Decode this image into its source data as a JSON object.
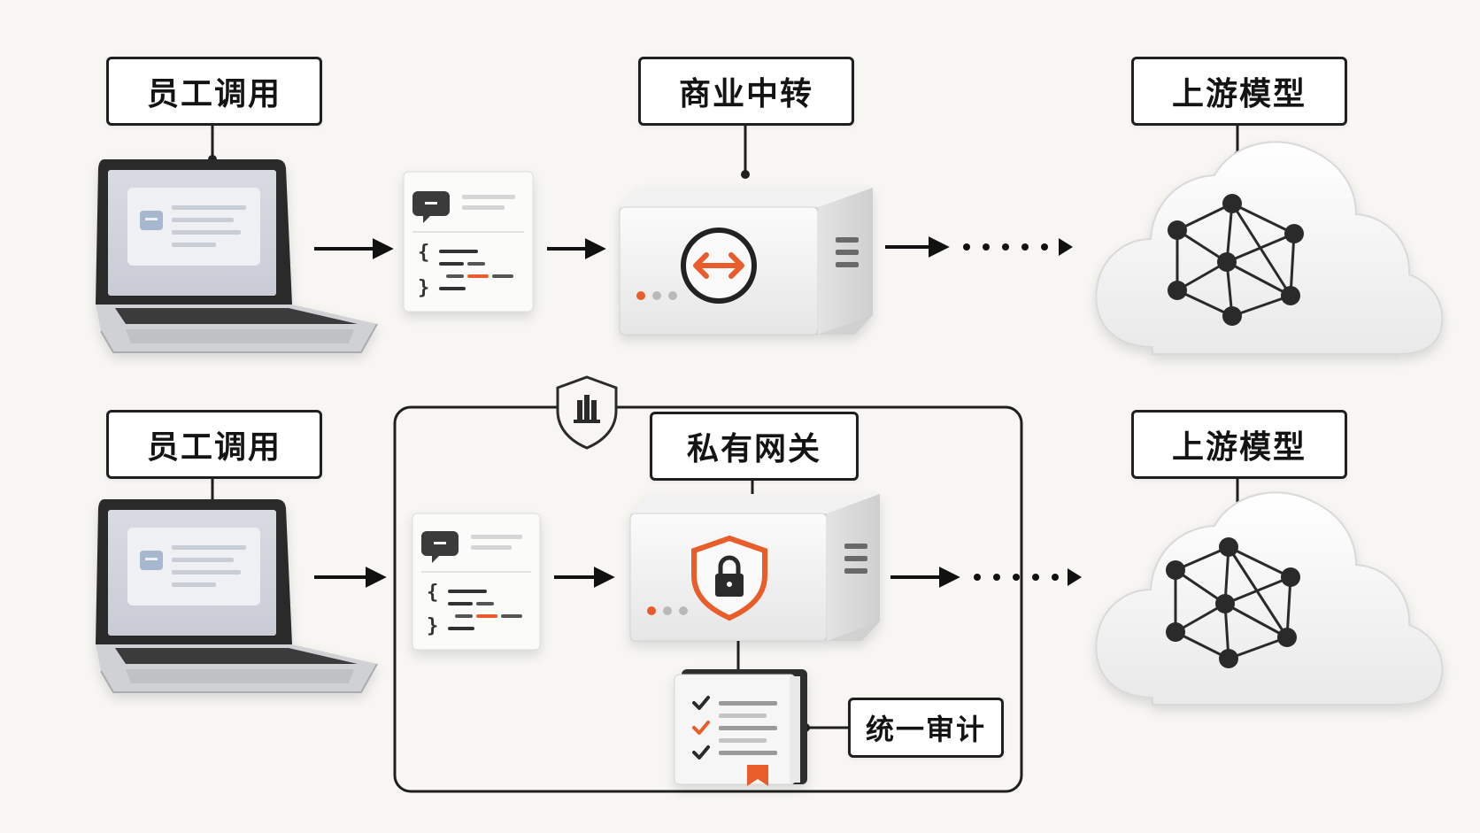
{
  "diagram": {
    "rows": [
      {
        "id": "commercial",
        "client_label": "员工调用",
        "relay_label": "商业中转",
        "upstream_label": "上游模型"
      },
      {
        "id": "private",
        "client_label": "员工调用",
        "relay_label": "私有网关",
        "upstream_label": "上游模型",
        "audit_label": "统一审计"
      }
    ]
  },
  "colors": {
    "accent": "#e85d2a",
    "ink": "#1f1f1f",
    "panel": "#ffffff",
    "background": "#f7f6f3"
  },
  "icons": [
    "laptop-icon",
    "request-document-icon",
    "relay-server-icon",
    "bidirectional-arrow-icon",
    "cloud-network-icon",
    "enterprise-shield-icon",
    "lock-shield-icon",
    "audit-log-book-icon"
  ]
}
